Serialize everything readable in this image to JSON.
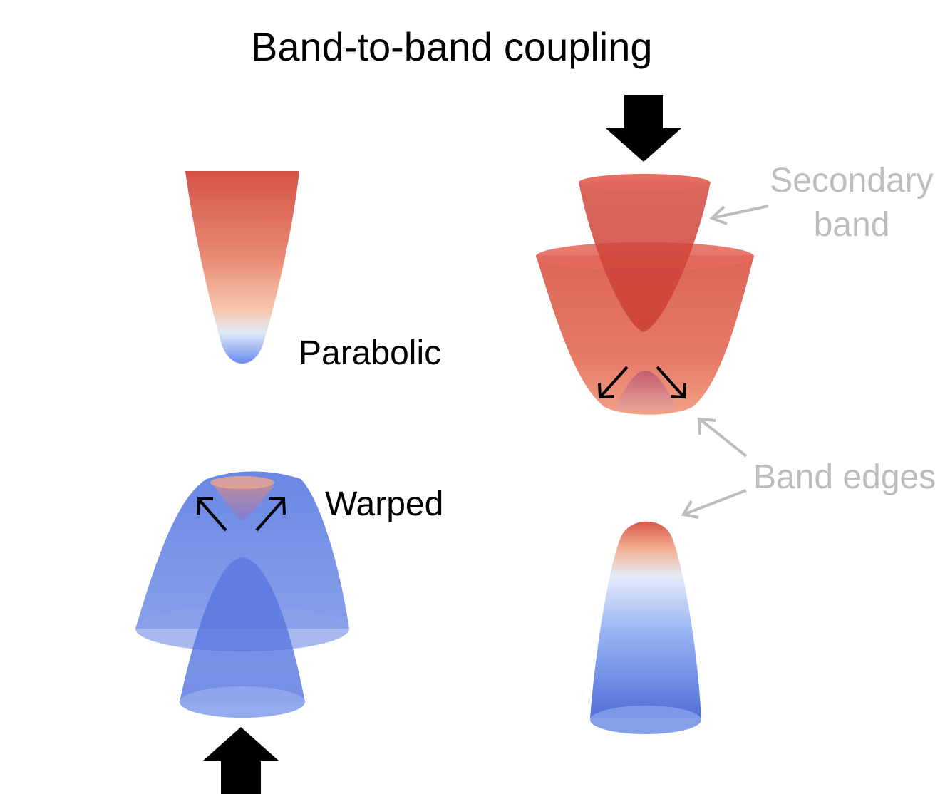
{
  "title": "Band-to-band coupling",
  "labels": {
    "parabolic": "Parabolic",
    "warped": "Warped",
    "secondary_band_line1": "Secondary",
    "secondary_band_line2": "band",
    "band_edges": "Band edges"
  },
  "colors": {
    "red_dark": "#d24a3e",
    "red_mid": "#e8806a",
    "peach": "#f7c4aa",
    "pale": "#dfe7f7",
    "blue_light": "#a6c0f4",
    "blue": "#6f8ee8",
    "blue_dark": "#4f6fd8",
    "arrow": "#000000",
    "annotation": "#bdbdbd",
    "background": "#ffffff"
  }
}
